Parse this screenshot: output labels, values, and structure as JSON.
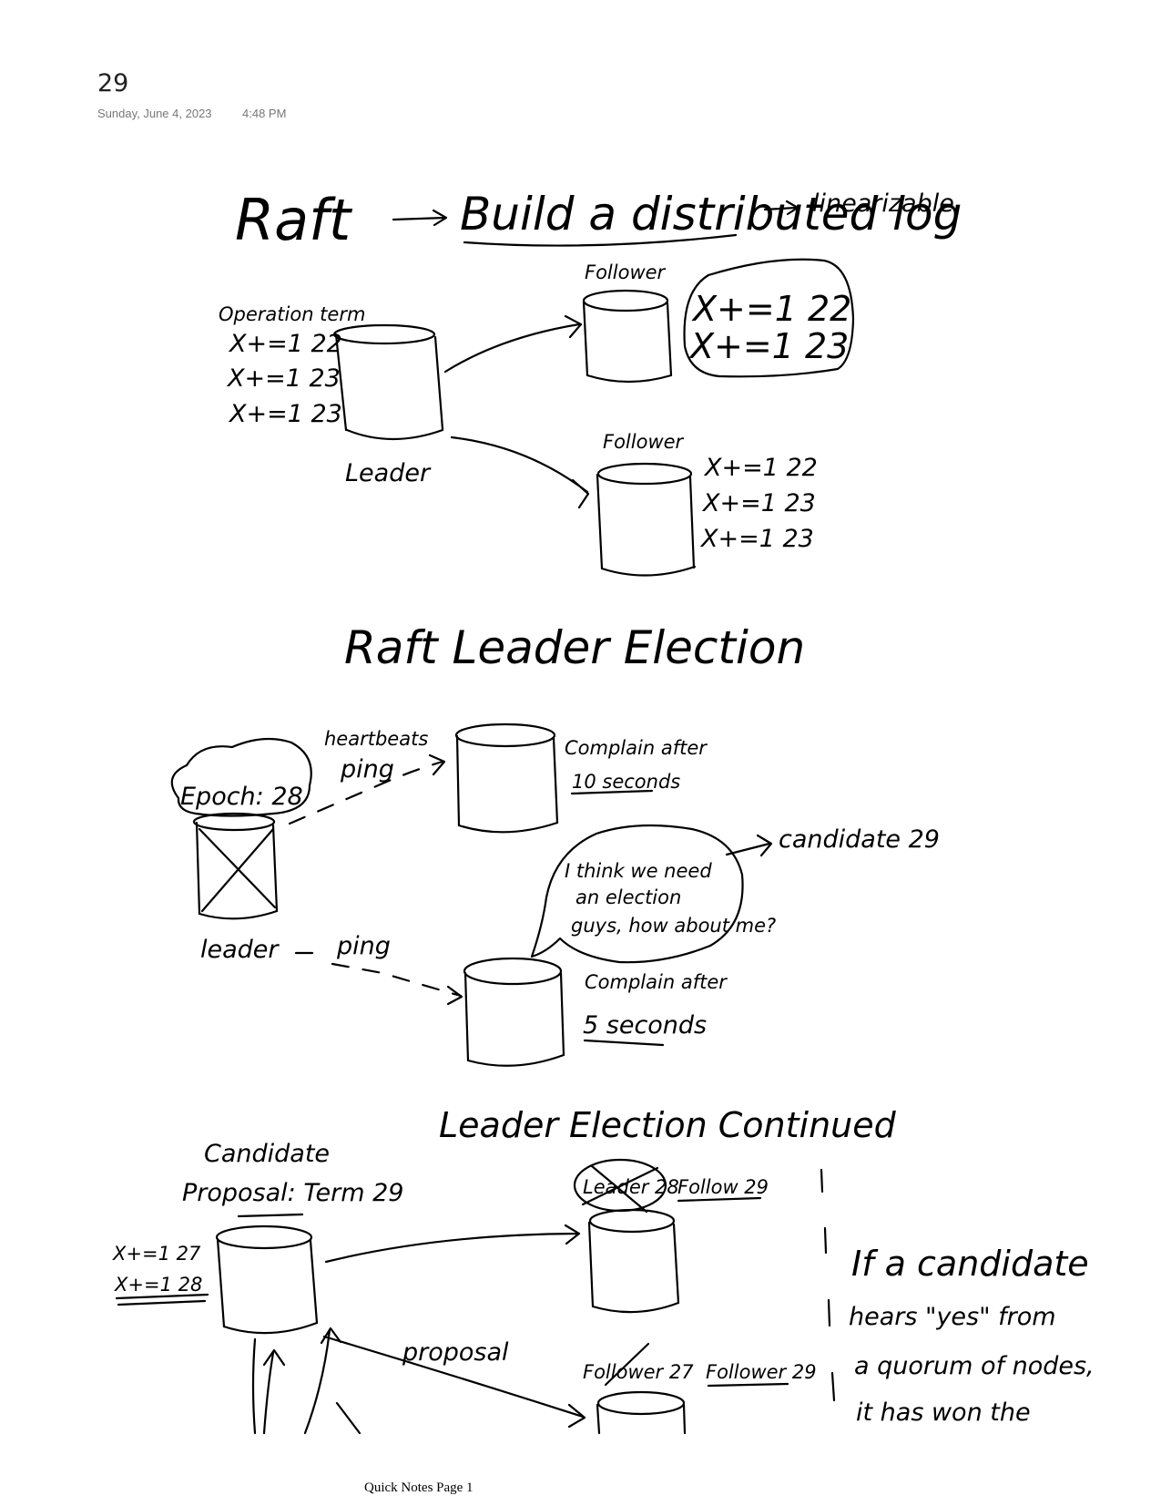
{
  "header": {
    "page_title": "29",
    "date": "Sunday, June 4, 2023",
    "time": "4:48 PM"
  },
  "section1": {
    "title": "Raft",
    "subtitle": "Build a distributed log",
    "result": "linearizable",
    "column_header": "Operation term",
    "leader_label": "Leader",
    "follower_label": "Follower",
    "leader_log": [
      "X+=1  22",
      "X+=1  23",
      "X+=1  23"
    ],
    "follower1_log": [
      "X+=1   22",
      "X+=1   23"
    ],
    "follower2_log": [
      "X+=1   22",
      "X+=1   23",
      "X+=1   23"
    ]
  },
  "section2": {
    "title": "Raft  Leader  Election",
    "epoch": "Epoch: 28",
    "heartbeats": "heartbeats",
    "ping": "ping",
    "leader_label": "leader",
    "complain_top_1": "Complain after",
    "complain_top_2": "10 seconds",
    "complain_bottom_1": "Complain after",
    "complain_bottom_2": "5  seconds",
    "bubble": [
      "I think we need",
      "an election",
      "guys, how about me?"
    ],
    "candidate": "candidate 29"
  },
  "section3": {
    "title": "Leader Election Continued",
    "candidate": "Candidate",
    "proposal_term": "Proposal: Term 29",
    "candidate_log": [
      "X+=1  27",
      "X+=1  28"
    ],
    "leader28_struck": "Leader 28",
    "follow29": "Follow 29",
    "follower27_struck": "Follower 27",
    "follower29": "Follower 29",
    "proposal": "proposal",
    "note": [
      "If  a candidate",
      "hears \"yes\" from",
      "a quorum of nodes,",
      "it has won the"
    ]
  },
  "footer": {
    "label": "Quick Notes Page 1"
  }
}
